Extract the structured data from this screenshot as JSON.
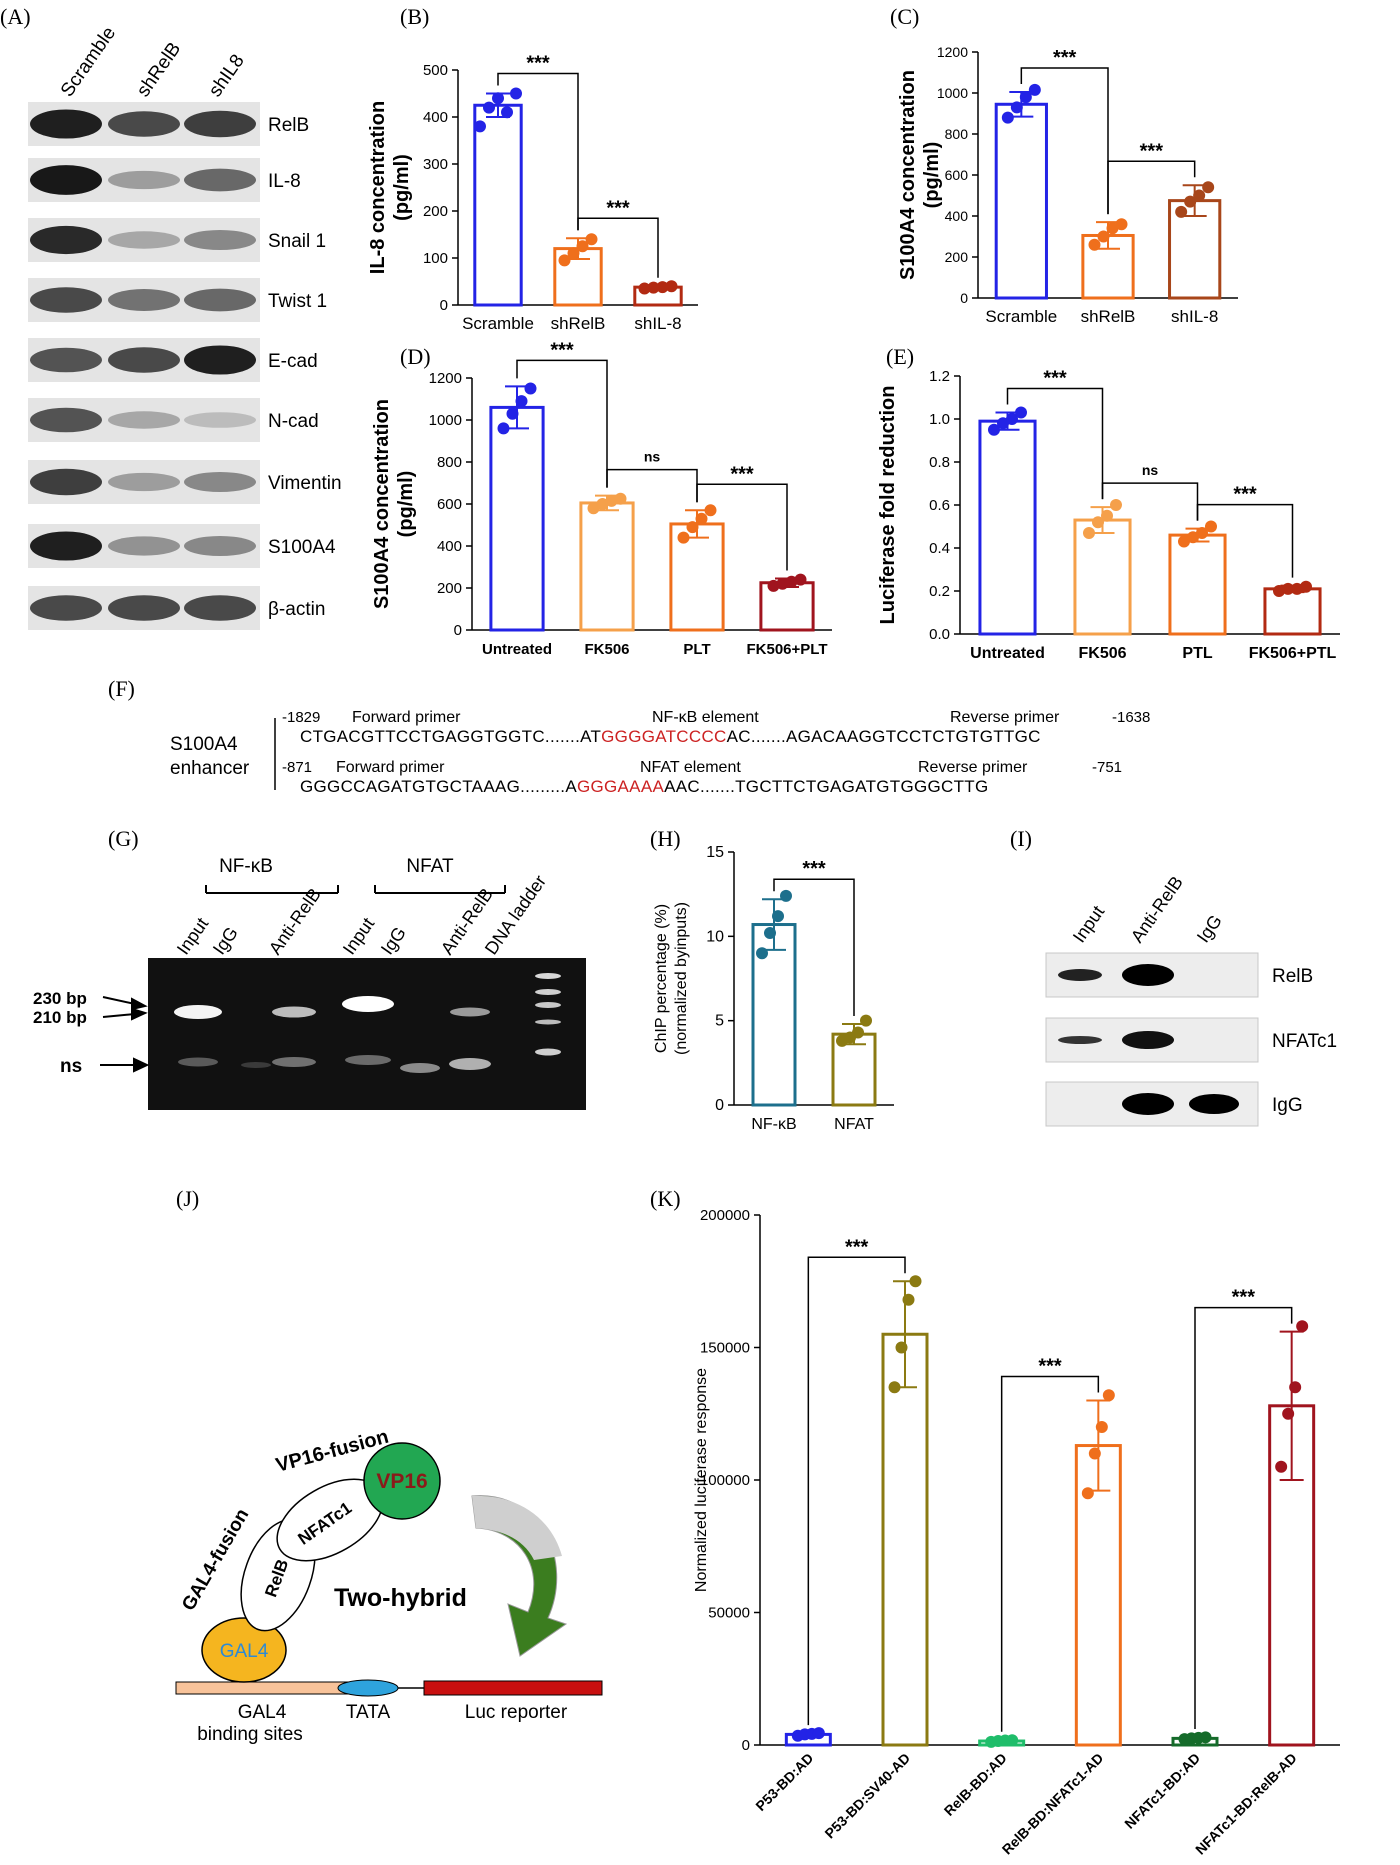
{
  "panel_letters": [
    "(A)",
    "(B)",
    "(C)",
    "(D)",
    "(E)",
    "(F)",
    "(G)",
    "(H)",
    "(I)",
    "(J)",
    "(K)"
  ],
  "colors": {
    "blue": "#2323e6",
    "orange_light": "#f5a04a",
    "orange": "#ef6f1c",
    "red_dark": "#b22a12",
    "brown": "#a8461a",
    "teal": "#1d6f8c",
    "olive": "#8b7a12",
    "green": "#1fbd6a",
    "dark_green": "#156b2a",
    "maroon": "#a0141e",
    "promoter_red": "#cc2222"
  },
  "panel_a": {
    "lanes": [
      "Scramble",
      "shRelB",
      "shIL8"
    ],
    "bands": [
      "RelB",
      "IL-8",
      "Snail 1",
      "Twist 1",
      "E-cad",
      "N-cad",
      "Vimentin",
      "S100A4",
      "β-actin"
    ],
    "intensity": [
      [
        0.95,
        0.75,
        0.8
      ],
      [
        0.98,
        0.35,
        0.6
      ],
      [
        0.9,
        0.3,
        0.45
      ],
      [
        0.75,
        0.55,
        0.6
      ],
      [
        0.7,
        0.75,
        0.95
      ],
      [
        0.7,
        0.3,
        0.2
      ],
      [
        0.8,
        0.35,
        0.45
      ],
      [
        0.95,
        0.4,
        0.45
      ],
      [
        0.75,
        0.75,
        0.75
      ]
    ]
  },
  "chart_data": [
    {
      "id": "B",
      "type": "bar",
      "categories": [
        "Scramble",
        "shRelB",
        "shIL-8"
      ],
      "values": [
        425,
        120,
        38
      ],
      "errors": [
        25,
        22,
        3
      ],
      "points": [
        [
          380,
          420,
          440,
          410,
          450
        ],
        [
          95,
          110,
          125,
          140
        ],
        [
          35,
          37,
          38,
          40
        ]
      ],
      "ylabel": "IL-8 concentration\n(pg/ml)",
      "ylim": [
        0,
        500
      ],
      "yticks": [
        0,
        100,
        200,
        300,
        400,
        500
      ],
      "colors": [
        "#2323e6",
        "#ef6f1c",
        "#b22a12"
      ],
      "sig": [
        {
          "from": 0,
          "to": 1,
          "label": "***"
        },
        {
          "from": 1,
          "to": 2,
          "label": "***"
        }
      ]
    },
    {
      "id": "C",
      "type": "bar",
      "categories": [
        "Scramble",
        "shRelB",
        "shIL-8"
      ],
      "values": [
        945,
        305,
        475
      ],
      "errors": [
        60,
        65,
        75
      ],
      "points": [
        [
          880,
          930,
          980,
          1015
        ],
        [
          260,
          300,
          340,
          360
        ],
        [
          420,
          470,
          500,
          540
        ]
      ],
      "ylabel": "S100A4 concentration\n(pg/ml)",
      "ylim": [
        0,
        1200
      ],
      "yticks": [
        0,
        200,
        400,
        600,
        800,
        1000,
        1200
      ],
      "colors": [
        "#2323e6",
        "#ef6f1c",
        "#a8461a"
      ],
      "sig": [
        {
          "from": 0,
          "to": 1,
          "label": "***"
        },
        {
          "from": 1,
          "to": 2,
          "label": "***"
        }
      ]
    },
    {
      "id": "D",
      "type": "bar",
      "categories": [
        "Untreated",
        "FK506",
        "PLT",
        "FK506+PLT"
      ],
      "values": [
        1060,
        605,
        505,
        225
      ],
      "errors": [
        100,
        35,
        65,
        20
      ],
      "points": [
        [
          960,
          1030,
          1090,
          1150
        ],
        [
          580,
          600,
          615,
          625
        ],
        [
          440,
          490,
          530,
          570
        ],
        [
          210,
          220,
          230,
          240
        ]
      ],
      "ylabel": "S100A4 concentration\n(pg/ml)",
      "ylim": [
        0,
        1200
      ],
      "yticks": [
        0,
        200,
        400,
        600,
        800,
        1000,
        1200
      ],
      "colors": [
        "#2323e6",
        "#f5a04a",
        "#ef6f1c",
        "#a0141e"
      ],
      "sig": [
        {
          "from": 0,
          "to": 1,
          "label": "***"
        },
        {
          "from": 1,
          "to": 2,
          "label": "ns"
        },
        {
          "from": 2,
          "to": 3,
          "label": "***"
        }
      ]
    },
    {
      "id": "E",
      "type": "bar",
      "categories": [
        "Untreated",
        "FK506",
        "PTL",
        "FK506+PTL"
      ],
      "values": [
        0.99,
        0.53,
        0.46,
        0.21
      ],
      "errors": [
        0.04,
        0.06,
        0.03,
        0.015
      ],
      "points": [
        [
          0.95,
          0.98,
          1.0,
          1.03
        ],
        [
          0.47,
          0.52,
          0.55,
          0.6
        ],
        [
          0.43,
          0.45,
          0.47,
          0.5
        ],
        [
          0.2,
          0.21,
          0.21,
          0.22
        ]
      ],
      "ylabel": "Luciferase fold reduction",
      "ylim": [
        0,
        1.2
      ],
      "yticks": [
        "0.0",
        "0.2",
        "0.4",
        "0.6",
        "0.8",
        "1.0",
        "1.2"
      ],
      "colors": [
        "#2323e6",
        "#f5a04a",
        "#ef6f1c",
        "#b22a12"
      ],
      "sig": [
        {
          "from": 0,
          "to": 1,
          "label": "***"
        },
        {
          "from": 1,
          "to": 2,
          "label": "ns"
        },
        {
          "from": 2,
          "to": 3,
          "label": "***"
        }
      ]
    },
    {
      "id": "H",
      "type": "bar",
      "categories": [
        "NF-κB",
        "NFAT"
      ],
      "values": [
        10.7,
        4.2
      ],
      "errors": [
        1.5,
        0.6
      ],
      "points": [
        [
          9.0,
          10.2,
          11.2,
          12.4
        ],
        [
          3.8,
          4.0,
          4.3,
          5.0
        ]
      ],
      "ylabel": "ChIP percentage (%)\n(normalized byinputs)",
      "ylim": [
        0,
        15
      ],
      "yticks": [
        0,
        5,
        10,
        15
      ],
      "colors": [
        "#1d6f8c",
        "#8b7a12"
      ],
      "sig": [
        {
          "from": 0,
          "to": 1,
          "label": "***"
        }
      ]
    },
    {
      "id": "K",
      "type": "bar",
      "categories": [
        "P53-BD:AD",
        "P53-BD:SV40-AD",
        "RelB-BD:AD",
        "RelB-BD:NFATc1-AD",
        "NFATc1-BD:AD",
        "NFATc1-BD:RelB-AD"
      ],
      "values": [
        4000,
        155000,
        1500,
        113000,
        2500,
        128000
      ],
      "errors": [
        500,
        20000,
        500,
        17000,
        500,
        28000
      ],
      "points": [
        [
          3500,
          4000,
          4200,
          4500
        ],
        [
          135000,
          150000,
          168000,
          175000
        ],
        [
          1200,
          1500,
          1700,
          1800
        ],
        [
          95000,
          110000,
          120000,
          132000
        ],
        [
          2200,
          2500,
          2700,
          2900
        ],
        [
          105000,
          125000,
          135000,
          158000
        ]
      ],
      "ylabel": "Normalized luciferase response",
      "ylim": [
        0,
        200000
      ],
      "yticks": [
        0,
        50000,
        100000,
        150000,
        200000
      ],
      "colors": [
        "#2323e6",
        "#8b7a12",
        "#1fbd6a",
        "#ef6f1c",
        "#156b2a",
        "#a0141e"
      ],
      "sig": [
        {
          "from": 0,
          "to": 1,
          "label": "***"
        },
        {
          "from": 2,
          "to": 3,
          "label": "***"
        },
        {
          "from": 4,
          "to": 5,
          "label": "***"
        }
      ]
    }
  ],
  "panel_f": {
    "gene": "S100A4",
    "gene2": "enhancer",
    "row1": {
      "start": "-1829",
      "end": "-1638",
      "fwd": "Forward primer",
      "elem": "NF-κB element",
      "rev": "Reverse primer",
      "seq_a": "CTGACGTTCCTGAGGTGGTC.......AT",
      "seq_red": "GGGGATCCCC",
      "seq_b": "AC.......AGACAAGGTCCTCTGTGTTGC"
    },
    "row2": {
      "start": "-871",
      "end": "-751",
      "fwd": "Forward primer",
      "elem": "NFAT element",
      "rev": "Reverse primer",
      "seq_a": "GGGCCAGATGTGCTAAAG.........A",
      "seq_red": "GGGAAAA",
      "seq_b": "AAC.......TGCTTCTGAGATGTGGGCTTG"
    }
  },
  "panel_g": {
    "group1": "NF-κB",
    "group2": "NFAT",
    "lanes": [
      "Input",
      "IgG",
      "Anti-RelB",
      "Input",
      "IgG",
      "Anti-RelB",
      "DNA ladder"
    ],
    "markers": [
      "230 bp",
      "210 bp",
      "ns"
    ]
  },
  "panel_i": {
    "lanes": [
      "Input",
      "Anti-RelB",
      "IgG"
    ],
    "rows": [
      "RelB",
      "NFATc1",
      "IgG"
    ]
  },
  "panel_j": {
    "gal4_fusion": "GAL4-fusion",
    "vp16_fusion": "VP16-fusion",
    "relb": "RelB",
    "nfatc1": "NFATc1",
    "vp16": "VP16",
    "gal4": "GAL4",
    "two_hybrid": "Two-hybrid",
    "sites": "GAL4",
    "sites2": "binding sites",
    "tata": "TATA",
    "luc": "Luc reporter"
  }
}
